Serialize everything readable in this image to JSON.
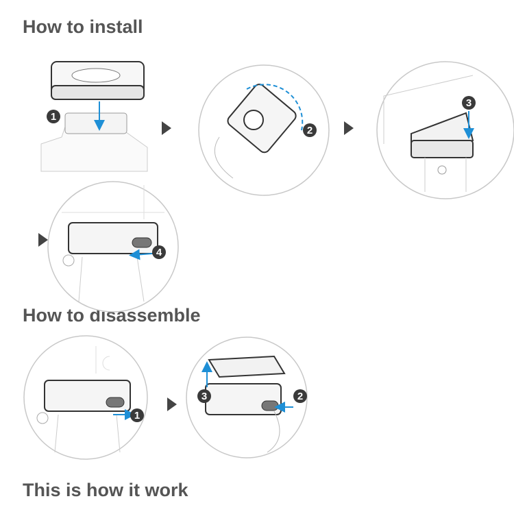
{
  "sections": {
    "install": {
      "title": "How to install",
      "steps": [
        "1",
        "2",
        "3",
        "4"
      ]
    },
    "disassemble": {
      "title": "How to disassemble",
      "steps": [
        "1",
        "2",
        "3"
      ]
    },
    "work": {
      "title": "This is how it work"
    }
  },
  "colors": {
    "arrow": "#1e8fd6",
    "badge": "#3a3a3a",
    "heading": "#555555",
    "outline": "#bdbdbd"
  }
}
